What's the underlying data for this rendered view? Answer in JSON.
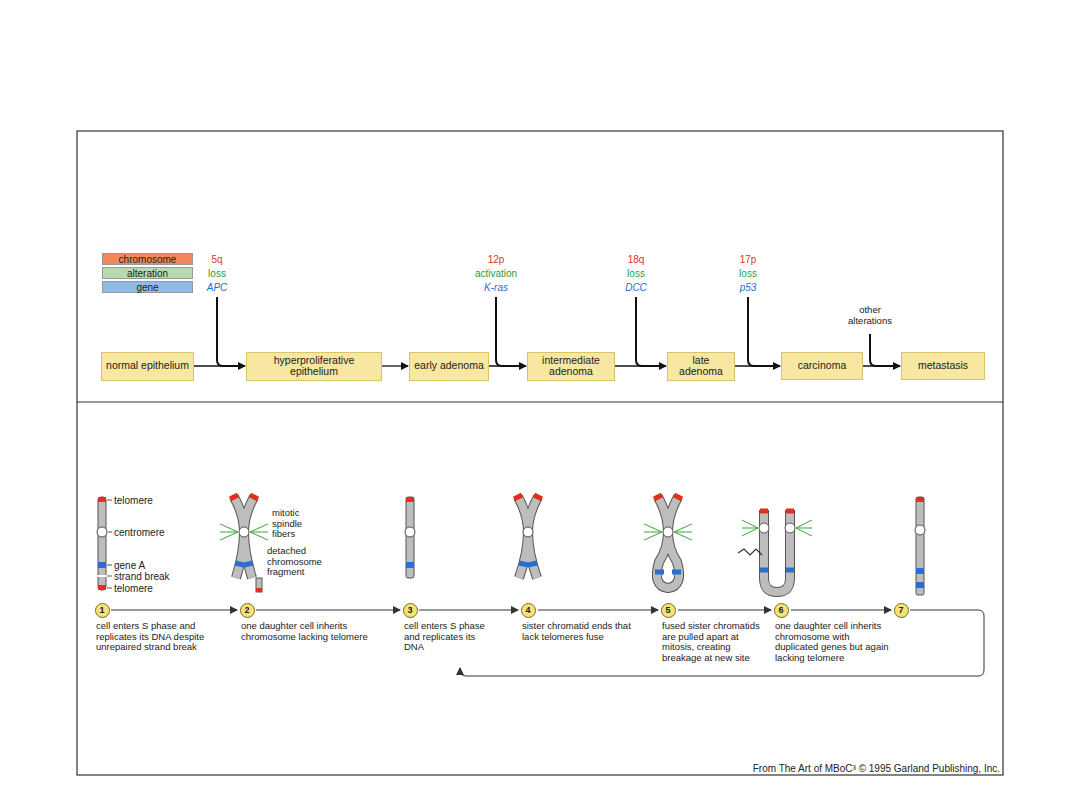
{
  "diagram": {
    "nodes": [
      {
        "text": [
          "normal epithelium"
        ]
      },
      {
        "text": [
          "hyperproliferative epithelium"
        ]
      },
      {
        "text": [
          "early adenoma"
        ]
      },
      {
        "text": [
          "intermediate adenoma"
        ]
      },
      {
        "text": [
          "late adenoma"
        ]
      },
      {
        "text": [
          "carcinoma"
        ]
      },
      {
        "text": [
          "metastasis"
        ]
      }
    ],
    "edges": [
      {
        "from": 0,
        "to": 1,
        "arrow": "to"
      },
      {
        "from": 1,
        "to": 2,
        "arrow": "to"
      },
      {
        "from": 2,
        "to": 3,
        "arrow": "to"
      },
      {
        "from": 3,
        "to": 4,
        "arrow": "to"
      },
      {
        "from": 4,
        "to": 5,
        "arrow": "to"
      },
      {
        "from": 5,
        "to": 6,
        "arrow": "to"
      }
    ],
    "labels": [
      "5q",
      "loss",
      "APC",
      "12p",
      "activation",
      "K-ras",
      "18q",
      "loss",
      "DCC",
      "17p",
      "loss",
      "p53",
      "other alterations",
      "telomere",
      "centromere",
      "gene A",
      "strand break",
      "telomere",
      "mitotic spindle fibers",
      "detached chromosome fragment",
      "1",
      "2",
      "3",
      "4",
      "5",
      "6",
      "7",
      "cell enters S phase and replicates its DNA despite unrepaired strand break",
      "one daughter cell inherits chromosome lacking telomere",
      "cell enters S phase and replicates its DNA",
      "sister chromatid ends that lack telomeres fuse",
      "fused sister chromatids are pulled apart at mitosis, creating breakage at new site",
      "one daughter cell inherits chromosome with duplicated genes but again lacking telomere",
      "From The Art of MBoC³ © 1995 Garland Publishing, Inc."
    ],
    "legend": [
      {
        "text": "chromosome",
        "color": "#f2875a"
      },
      {
        "text": "alteration",
        "color": "#b5dcb0"
      },
      {
        "text": "gene",
        "color": "#8fbbe8"
      }
    ]
  }
}
